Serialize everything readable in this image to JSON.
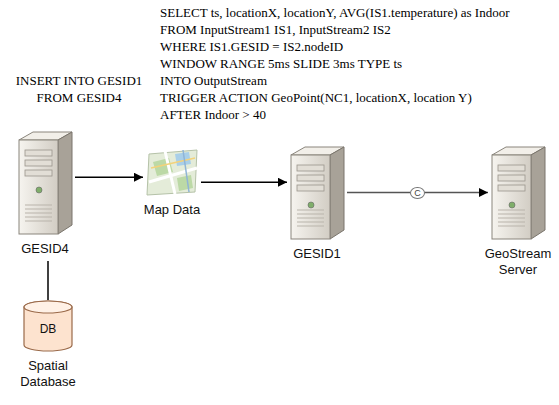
{
  "diagram": {
    "nodes": [
      {
        "text": [
          "GESID4"
        ]
      },
      {
        "text": [
          "DB",
          "Spatial Database"
        ]
      },
      {
        "text": [
          "Map Data"
        ]
      },
      {
        "text": [
          "GESID1"
        ]
      },
      {
        "text": [
          "GeoStream Server"
        ]
      }
    ],
    "edges": [
      {
        "from": 0,
        "to": 2,
        "arrow": "to"
      },
      {
        "from": 2,
        "to": 3,
        "arrow": "to"
      },
      {
        "from": 3,
        "to": 4,
        "label": "C",
        "arrow": "to"
      },
      {
        "from": 0,
        "to": 1,
        "arrow": "none"
      }
    ],
    "labels": [
      "SELECT ts, locationX, locationY, AVG(IS1.temperature) as Indoor",
      "FROM InputStream1 IS1, InputStream2 IS2",
      "WHERE IS1.GESID = IS2.nodeID",
      "WINDOW RANGE 5ms SLIDE 3ms TYPE ts",
      "INTO OutputStream",
      "TRIGGER ACTION GeoPoint(NC1, locationX, location Y)",
      "AFTER Indoor > 40",
      "INSERT INTO GESID1",
      "FROM GESID4"
    ]
  }
}
